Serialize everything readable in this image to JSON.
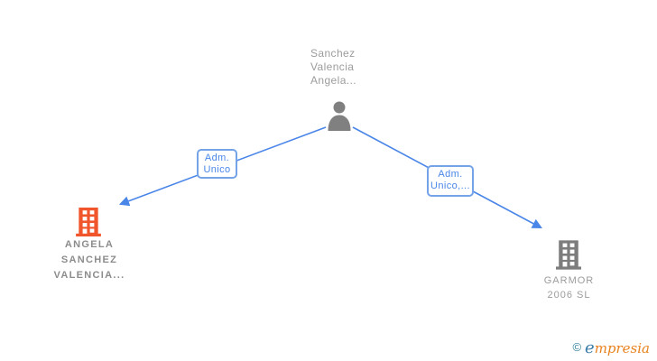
{
  "diagram": {
    "person": {
      "name_lines": [
        "Sanchez",
        "Valencia",
        "Angela..."
      ]
    },
    "edges": {
      "left": {
        "label_lines": [
          "Adm.",
          "Unico"
        ]
      },
      "right": {
        "label_lines": [
          "Adm.",
          "Unico,..."
        ]
      }
    },
    "companies": {
      "left": {
        "name_lines": [
          "ANGELA",
          "SANCHEZ",
          "VALENCIA..."
        ],
        "highlighted": true
      },
      "right": {
        "name_lines": [
          "GARMOR",
          "2006 SL"
        ],
        "highlighted": false
      }
    }
  },
  "footer": {
    "copyright": "©",
    "brand_first_letter": "e",
    "brand_rest": "mpresia"
  },
  "colors": {
    "edge-blue": "#4a86e8",
    "box-border-blue": "#74a3e8",
    "box-text-blue": "#4a86e8",
    "person-gray": "#808080",
    "label-gray": "#9c9c9c",
    "company-main-label": "#8c8c8c",
    "building-orange": "#f1552b",
    "building-gray": "#7d7d7d",
    "logo-teal": "#2e7f9d",
    "logo-blue": "#3a7ca9",
    "logo-orange": "#e8821e"
  }
}
